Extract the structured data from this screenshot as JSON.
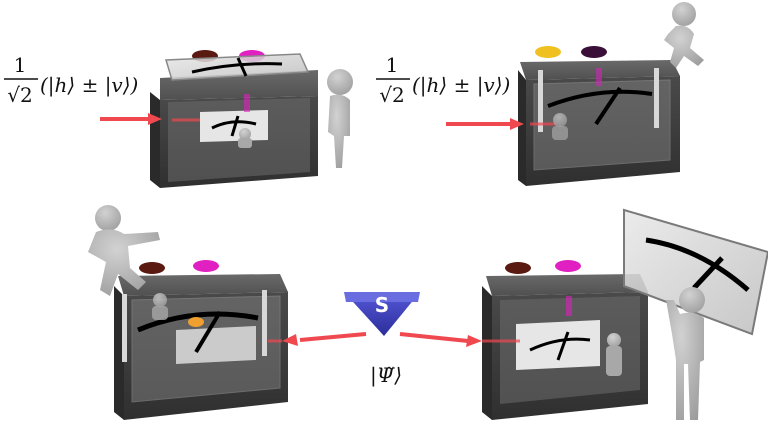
{
  "equations": {
    "top_left": {
      "numerator": "1",
      "radical": "√2",
      "state": "(|h⟩ ± |v⟩)"
    },
    "top_right": {
      "numerator": "1",
      "radical": "√2",
      "state": "(|h⟩ ± |v⟩)"
    },
    "source_state": "|Ψ̃⟩"
  },
  "source": {
    "label": "S"
  },
  "colors": {
    "beam": "#f0484f",
    "source": "#3b3fbf",
    "box_body": "#3e3e3e",
    "box_top": "#5a5a5a",
    "knob_magenta": "#e020c0",
    "knob_yellow": "#f0c020",
    "knob_brown": "#5a1a12",
    "knob_dark_purple": "#3a1038",
    "figure": "#b5b5b5",
    "lid": "#cfcfcf"
  },
  "icons": [
    "measurement-box-icon",
    "observer-figure-icon",
    "source-triangle-icon",
    "laser-beam-icon"
  ]
}
